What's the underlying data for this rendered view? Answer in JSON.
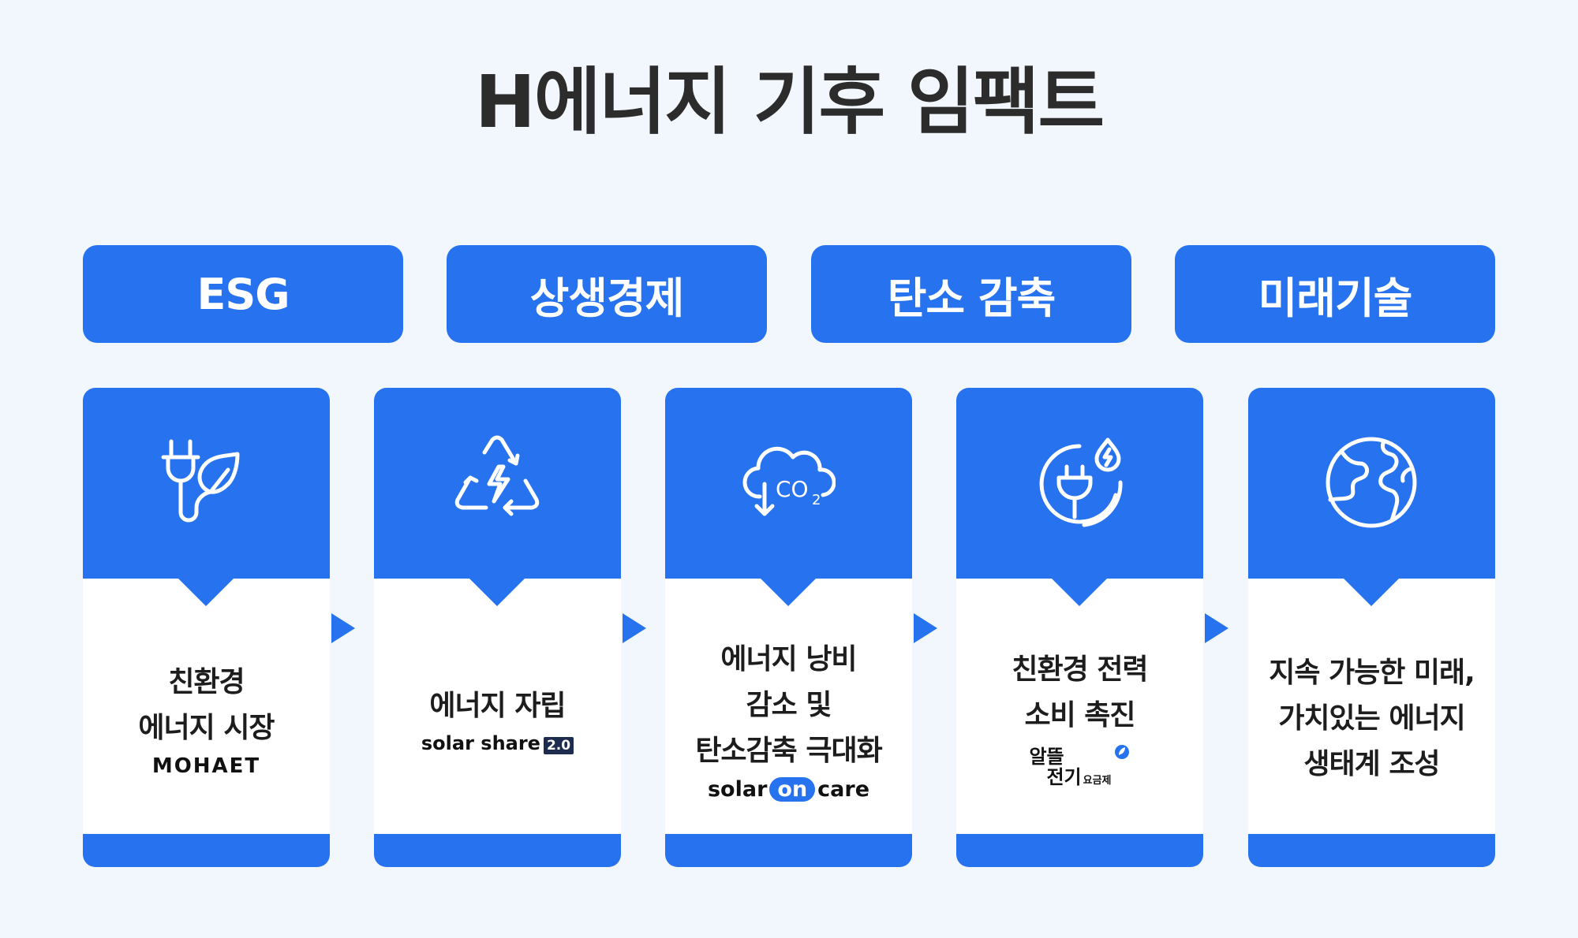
{
  "title": "H에너지 기후 임팩트",
  "categories": [
    "ESG",
    "상생경제",
    "탄소 감축",
    "미래기술"
  ],
  "cards": [
    {
      "icon": "plug-leaf-icon",
      "lines": [
        "친환경",
        "에너지 시장"
      ],
      "brand": "MOHAET"
    },
    {
      "icon": "recycle-bolt-icon",
      "lines": [
        "에너지 자립"
      ],
      "brand": "solar share",
      "brand_version": "2.0"
    },
    {
      "icon": "co2-cloud-icon",
      "lines": [
        "에너지 낭비",
        "감소 및",
        "탄소감축 극대화"
      ],
      "brand_pre": "solar",
      "brand_on": "on",
      "brand_post": "care"
    },
    {
      "icon": "plug-water-icon",
      "lines": [
        "친환경 전력",
        "소비 촉진"
      ],
      "brand_row1": "알뜰",
      "brand_row2": "전기",
      "brand_small": "요금제"
    },
    {
      "icon": "globe-icon",
      "lines": [
        "지속 가능한 미래,",
        "가치있는 에너지",
        "생태계 조성"
      ]
    }
  ],
  "colors": {
    "accent": "#2672ef",
    "background": "#f2f7fe",
    "text": "#1d1d1d"
  }
}
